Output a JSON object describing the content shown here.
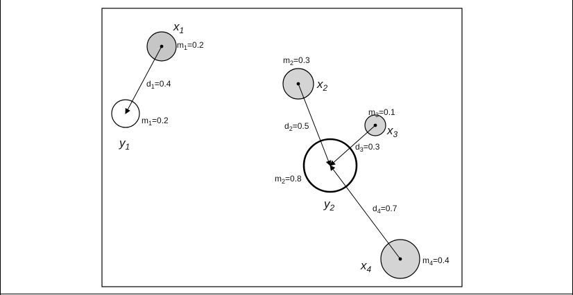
{
  "colors": {
    "source_fill": "#d4d4d4",
    "source_x1_fill": "#c6c6c6",
    "target_fill": "#ffffff",
    "stroke": "#000000"
  },
  "nodes": {
    "x1": {
      "name": "x",
      "sub": "1"
    },
    "x2": {
      "name": "x",
      "sub": "2"
    },
    "x3": {
      "name": "x",
      "sub": "3"
    },
    "x4": {
      "name": "x",
      "sub": "4"
    },
    "y1": {
      "name": "y",
      "sub": "1"
    },
    "y2": {
      "name": "y",
      "sub": "2"
    }
  },
  "masses": {
    "x1": {
      "pre": "m",
      "sub": "1",
      "post": "=0.2"
    },
    "y1": {
      "pre": "m",
      "sub": "1",
      "post": "=0.2"
    },
    "x2": {
      "pre": "m",
      "sub": "2",
      "post": "=0.3"
    },
    "x3": {
      "pre": "m",
      "sub": "3",
      "post": "=0.1"
    },
    "y2": {
      "pre": "m",
      "sub": "2",
      "post": "=0.8"
    },
    "x4": {
      "pre": "m",
      "sub": "4",
      "post": "=0.4"
    }
  },
  "distances": {
    "d1": {
      "pre": "d",
      "sub": "1",
      "post": "=0.4"
    },
    "d2": {
      "pre": "d",
      "sub": "2",
      "post": "=0.5"
    },
    "d3": {
      "pre": "d",
      "sub": "3",
      "post": "=0.3"
    },
    "d4": {
      "pre": "d",
      "sub": "4",
      "post": "=0.7"
    }
  }
}
